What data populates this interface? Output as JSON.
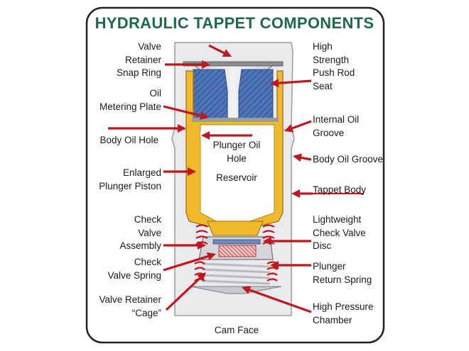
{
  "title": "HYDRAULIC TAPPET COMPONENTS",
  "colors": {
    "title": "#1d6b45",
    "arrow": "#c0161f",
    "body_fill": "#e9eaec",
    "piston": "#f0b92c",
    "seat": "#4f74b6",
    "spring": "#c0161f",
    "frame": "#222222"
  },
  "labels": {
    "valve_retainer_snap_ring": [
      "Valve",
      "Retainer",
      "Snap Ring"
    ],
    "oil_metering_plate": [
      "Oil",
      "Metering Plate"
    ],
    "body_oil_hole": [
      "Body Oil Hole"
    ],
    "enlarged_plunger_piston": [
      "Enlarged",
      "Plunger Piston"
    ],
    "check_valve_assembly": [
      "Check",
      "Valve",
      "Assembly"
    ],
    "check_valve_spring": [
      "Check",
      "Valve Spring"
    ],
    "valve_retainer_cage": [
      "Valve Retainer",
      "“Cage”"
    ],
    "high_strength_push_rod_seat": [
      "High",
      "Strength",
      "Push Rod",
      "Seat"
    ],
    "internal_oil_groove": [
      "Internal Oil",
      "Groove"
    ],
    "body_oil_groove": [
      "Body Oil Groove"
    ],
    "tappet_body": [
      "Tappet Body"
    ],
    "lightweight_check_valve_disc": [
      "Lightweight",
      "Check Valve",
      "Disc"
    ],
    "plunger_return_spring": [
      "Plunger",
      "Return Spring"
    ],
    "high_pressure_chamber": [
      "High Pressure",
      "Chamber"
    ],
    "plunger_oil_hole": [
      "Plunger Oil",
      "Hole"
    ],
    "reservoir": [
      "Reservoir"
    ],
    "cam_face": [
      "Cam Face"
    ]
  }
}
